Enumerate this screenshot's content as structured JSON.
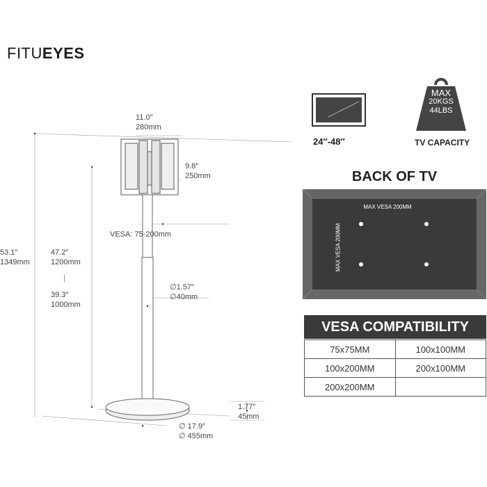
{
  "brand": {
    "light": "FITU",
    "bold": "EYES"
  },
  "dimensions": {
    "plate_width_in": "11.0″",
    "plate_width_mm": "280mm",
    "plate_height_in": "9.8″",
    "plate_height_mm": "250mm",
    "vesa": "VESA: 75-200mm",
    "total_height_in": "53.1″",
    "total_height_mm": "1349mm",
    "max_height_in": "47.2″",
    "max_height_mm": "1200mm",
    "separator": "|",
    "min_height_in": "39.3″",
    "min_height_mm": "1000mm",
    "pole_diameter_in": "∅1.57″",
    "pole_diameter_mm": "∅40mm",
    "base_height_in": "1.77″",
    "base_height_mm": "45mm",
    "base_diameter_in": "∅ 17.9″",
    "base_diameter_mm": "∅ 455mm"
  },
  "tv": {
    "size_range": "24″-48″"
  },
  "capacity": {
    "max": "MAX",
    "kg": "20KGS",
    "lbs": "44LBS",
    "label": "TV CAPACITY"
  },
  "back": {
    "title": "BACK OF TV",
    "vesa_horizontal": "MAX VESA 200MM",
    "vesa_vertical": "MAX VESA 200MM"
  },
  "compatibility": {
    "title": "VESA COMPATIBILITY",
    "rows": [
      [
        "75x75MM",
        "100x100MM"
      ],
      [
        "100x200MM",
        "200x100MM"
      ],
      [
        "200x200MM",
        ""
      ]
    ]
  },
  "colors": {
    "dark_panel": "#3a3a3a",
    "weight_fill": "#444444"
  }
}
